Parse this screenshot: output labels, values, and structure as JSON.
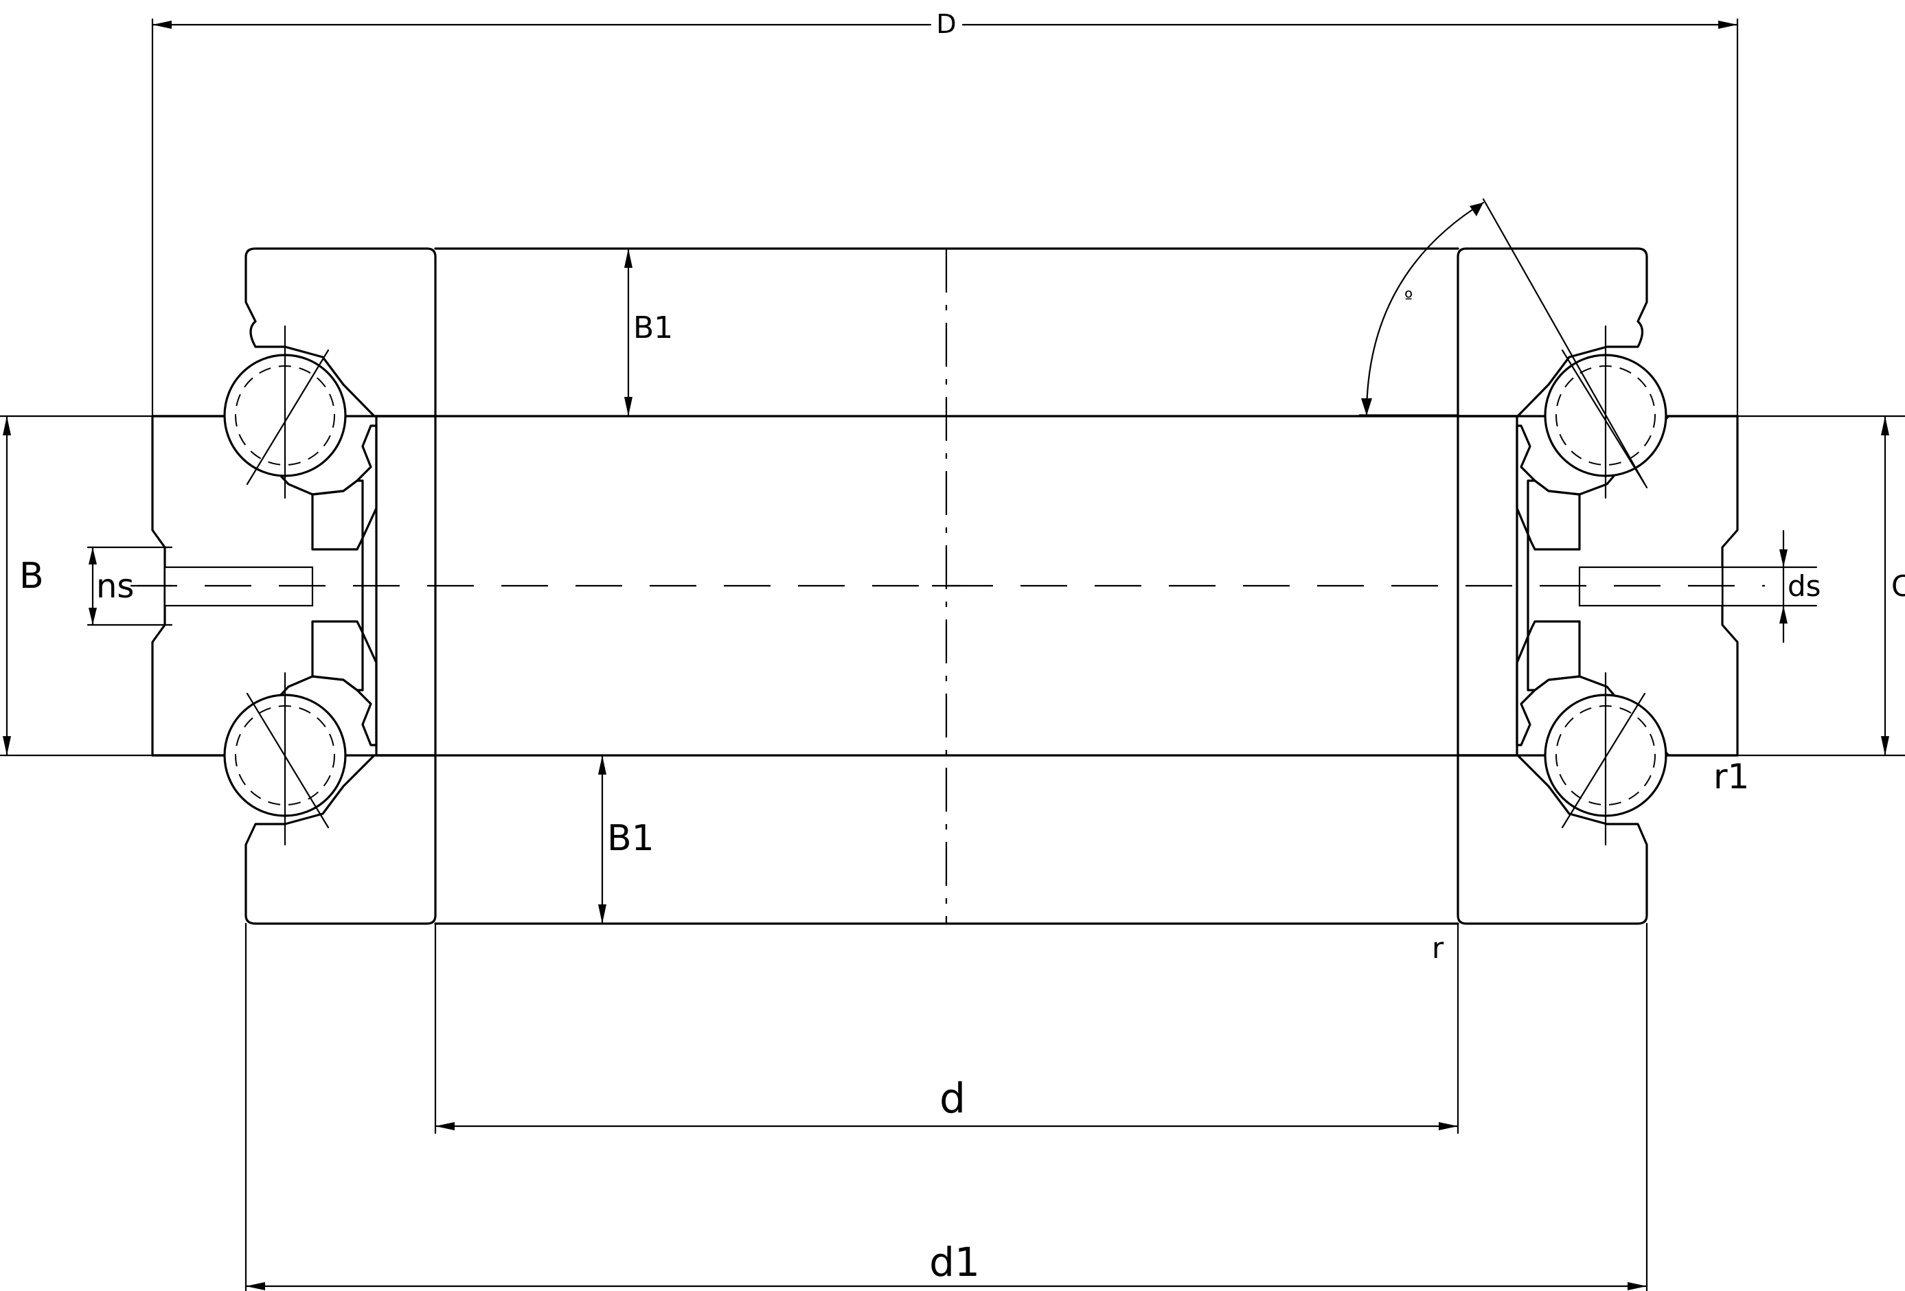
{
  "drawing": {
    "labels": {
      "D": "D",
      "d": "d",
      "d1": "d1",
      "B": "B",
      "B1_top": "B1",
      "B1_bottom": "B1",
      "C": "C",
      "ns": "ns",
      "ds": "ds",
      "r": "r",
      "r1": "r1",
      "angle_mark": "º"
    }
  }
}
